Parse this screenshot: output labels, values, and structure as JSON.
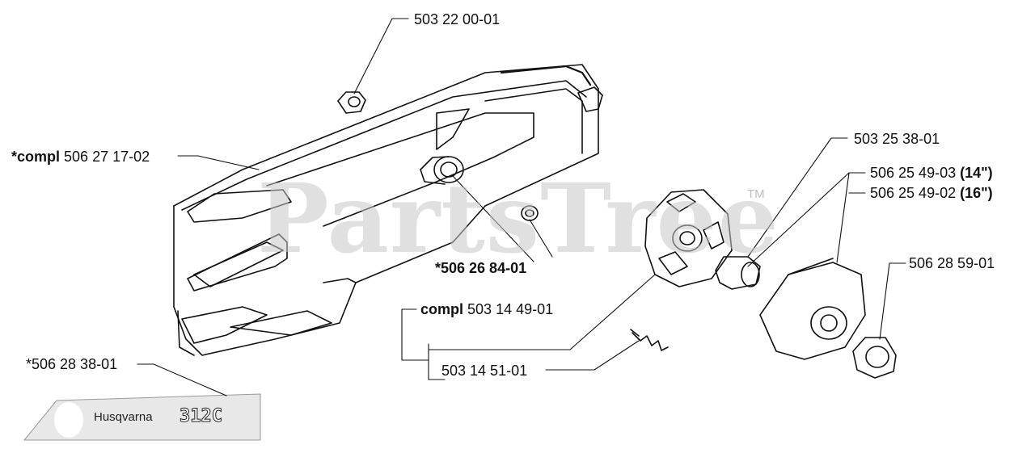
{
  "watermark": {
    "text": "PartsTree",
    "trademark": "TM"
  },
  "labels": {
    "nut": "503 22 00-01",
    "cover_prefix": "*compl",
    "cover_number": "506 27 17-02",
    "washer": "*506 26 84-01",
    "bearing": "503 25 38-01",
    "drum_14_number": "506 25 49-03",
    "drum_14_size": "(14\")",
    "drum_16_number": "506 25 49-02",
    "drum_16_size": "(16\")",
    "spur": "506 28 59-01",
    "clutch_prefix": "compl",
    "clutch_number": "503 14 49-01",
    "clutch_part": "503 14 51-01",
    "decal_number": "*506 28 38-01"
  },
  "decal": {
    "brand": "Husqvarna",
    "model": "312C"
  },
  "colors": {
    "line": "#111111",
    "watermark": "#c8c8c8"
  }
}
